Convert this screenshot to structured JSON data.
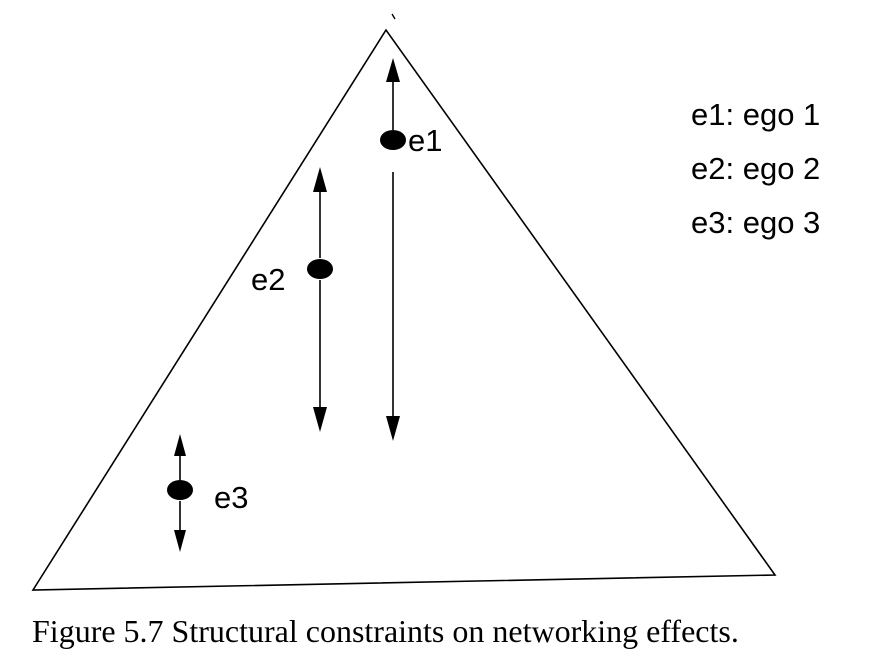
{
  "diagram": {
    "nodes": [
      {
        "id": "e1",
        "label": "e1"
      },
      {
        "id": "e2",
        "label": "e2"
      },
      {
        "id": "e3",
        "label": "e3"
      }
    ],
    "legend": [
      "e1: ego 1",
      "e2: ego 2",
      "e3: ego 3"
    ]
  },
  "caption": "Figure 5.7 Structural constraints on networking effects."
}
